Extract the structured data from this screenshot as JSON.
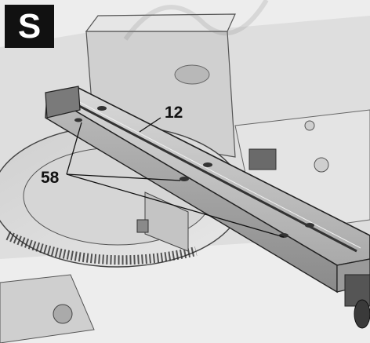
{
  "figure": {
    "section_letter": "S",
    "callouts": {
      "label_12": "12",
      "label_58": "58"
    },
    "colors": {
      "badge_background": "#111111",
      "badge_text": "#ffffff",
      "line_art": "#222222"
    }
  }
}
